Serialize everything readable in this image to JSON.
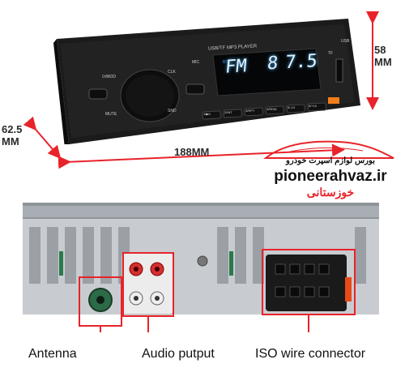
{
  "product": {
    "faceplate_title": "USB/TF MP3 PLAYER",
    "usb_label": "USB",
    "tf_label": "TF",
    "mic_label": "MIC",
    "clk_label": "CLK",
    "mode_label": "⏻/MOD",
    "mute_label": "MUTE",
    "snd_label": "SND",
    "bt_label": "BT",
    "display": {
      "band": "FM",
      "freq_int": "8",
      "freq_dec": "7.5"
    },
    "preset_buttons": [
      "1/▶II",
      "2/INT",
      "3/RPT",
      "4/RDM",
      "5/-10",
      "6/+10"
    ]
  },
  "dimensions": {
    "height": "58\nMM",
    "depth": "62.5\nMM",
    "width": "188MM"
  },
  "brand": {
    "tagline": "بورس لوازم اسپرت خودرو",
    "site": "pioneerahvaz.ir",
    "region": "خوزستانی",
    "accent_color": "#e8232a"
  },
  "labels": {
    "antenna": "Antenna",
    "audio": "Audio putput",
    "iso": "ISO wire connector"
  }
}
